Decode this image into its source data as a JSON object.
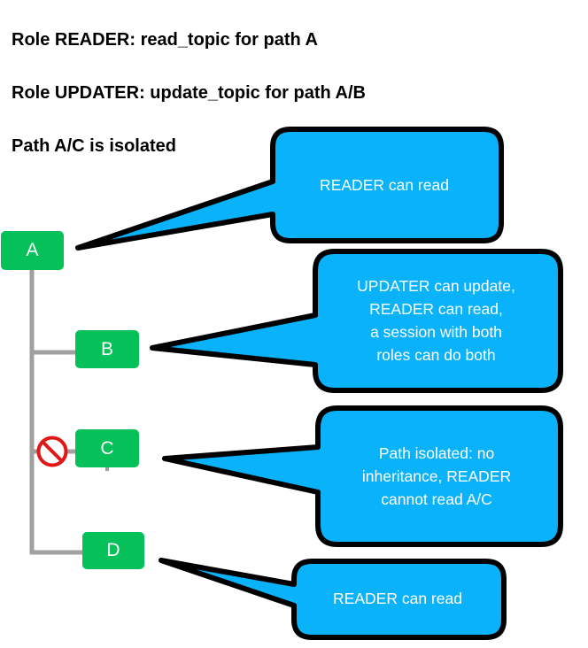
{
  "headings": {
    "reader_role": "Role READER: read_topic for path A",
    "updater_role": "Role UPDATER: update_topic for path A/B",
    "isolation": "Path A/C is isolated"
  },
  "nodes": {
    "a": "A",
    "b": "B",
    "c": "C",
    "d": "D"
  },
  "callouts": {
    "a": "READER can read",
    "b": "UPDATER can update,\nREADER can read,\na session with both\nroles can do both",
    "c": "Path isolated: no\ninheritance, READER\ncannot read A/C",
    "d": "READER can read"
  },
  "icons": {
    "isolation": "no-entry-icon"
  },
  "colors": {
    "node_fill": "#06c05a",
    "callout_fill": "#0ab3f9",
    "callout_border": "#000000",
    "tree_line": "#a0a0a0",
    "prohibited": "#e01818"
  }
}
